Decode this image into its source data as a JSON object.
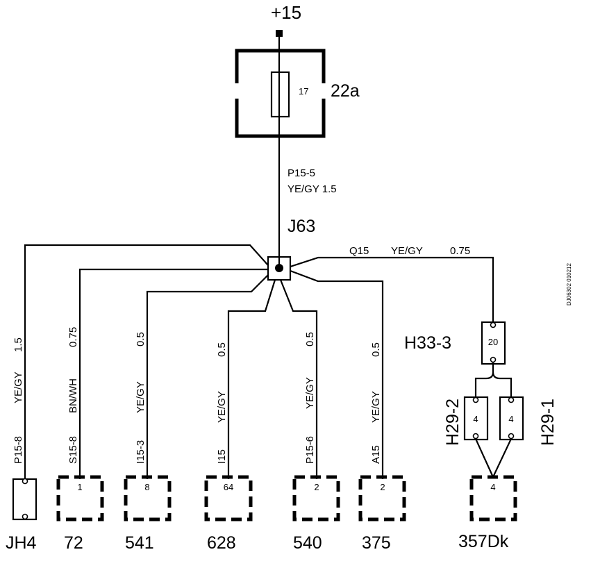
{
  "supply": {
    "label": "+15"
  },
  "fuse_box": {
    "label": "22a",
    "fuse_number": "17"
  },
  "feed_wire": {
    "id": "P15-5",
    "spec": "YE/GY 1.5"
  },
  "junction": {
    "label": "J63"
  },
  "drawing_code": "DJ06302 010212",
  "branch_right": {
    "id": "Q15",
    "color": "YE/GY",
    "size": "0.75"
  },
  "wires": [
    {
      "id": "P15-8",
      "color": "YE/GY",
      "size": "1.5"
    },
    {
      "id": "S15-8",
      "color": "BN/WH",
      "size": "0.75"
    },
    {
      "id": "I15-3",
      "color": "YE/GY",
      "size": "0.5"
    },
    {
      "id": "I15",
      "color": "YE/GY",
      "size": "0.5"
    },
    {
      "id": "P15-6",
      "color": "YE/GY",
      "size": "0.5"
    },
    {
      "id": "A15",
      "color": "YE/GY",
      "size": "0.5"
    }
  ],
  "connectors": [
    {
      "label": "JH4",
      "pin": ""
    },
    {
      "label": "72",
      "pin": "1"
    },
    {
      "label": "541",
      "pin": "8"
    },
    {
      "label": "628",
      "pin": "64"
    },
    {
      "label": "540",
      "pin": "2"
    },
    {
      "label": "375",
      "pin": "2"
    },
    {
      "label": "357Dk",
      "pin": "4"
    }
  ],
  "h33": {
    "label": "H33-3",
    "pin": "20"
  },
  "h29_2": {
    "label": "H29-2",
    "pin": "4"
  },
  "h29_1": {
    "label": "H29-1",
    "pin": "4"
  }
}
